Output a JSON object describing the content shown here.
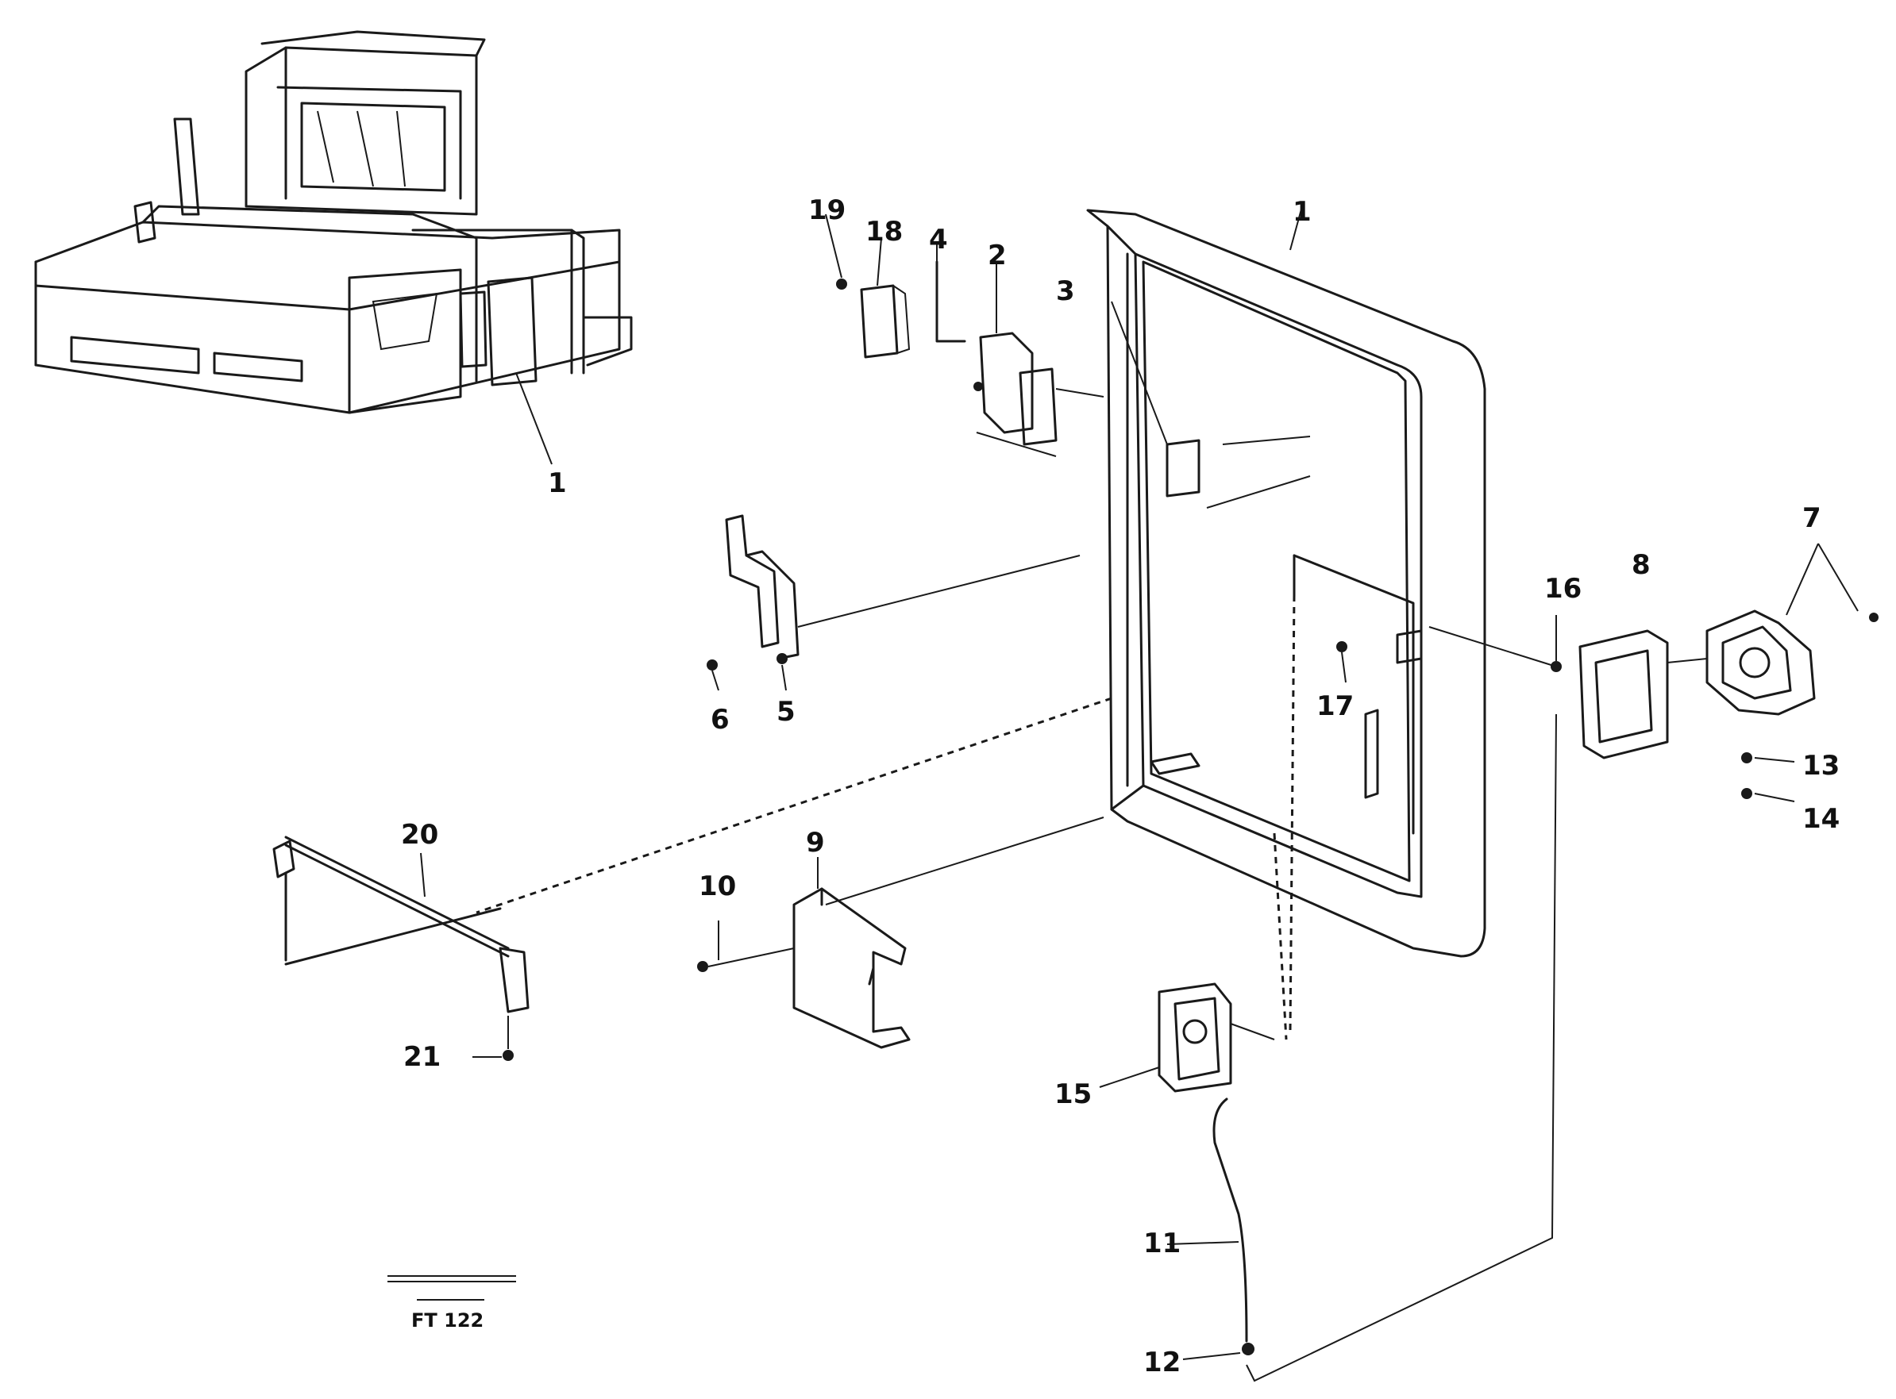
{
  "diagram": {
    "callouts": {
      "c_1_machine": "1",
      "c_1_door": "1",
      "c_2": "2",
      "c_3": "3",
      "c_4": "4",
      "c_5": "5",
      "c_6": "6",
      "c_7": "7",
      "c_8": "8",
      "c_9": "9",
      "c_10": "10",
      "c_11": "11",
      "c_12": "12",
      "c_13": "13",
      "c_14": "14",
      "c_15": "15",
      "c_16": "16",
      "c_17": "17",
      "c_18": "18",
      "c_19": "19",
      "c_20": "20",
      "c_21": "21"
    },
    "figure_id": "FT 122"
  }
}
